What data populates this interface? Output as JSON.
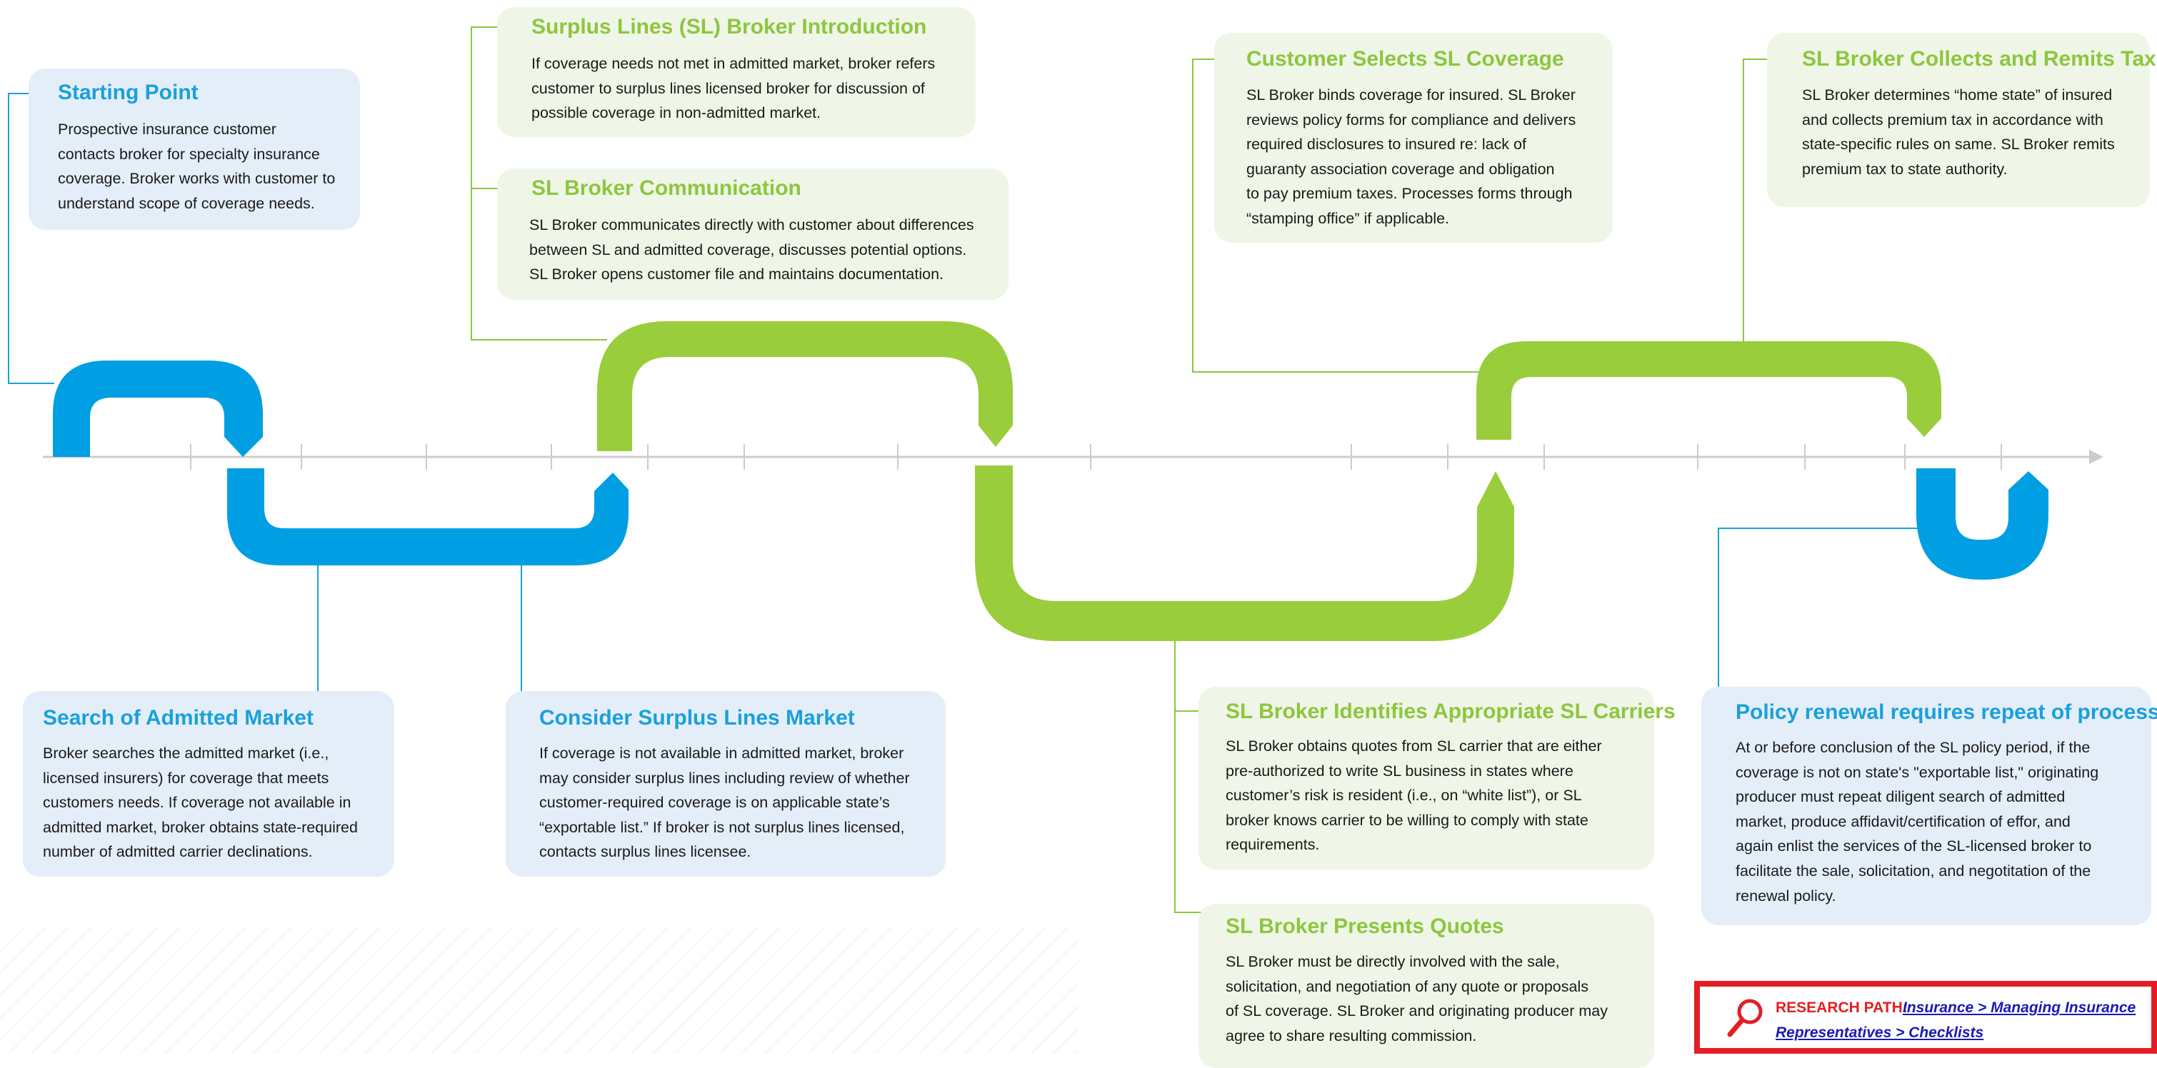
{
  "colors": {
    "green": "#8dc63f",
    "blue": "#1aa0dc",
    "green_card": "#eff6e7",
    "blue_card": "#e4eef9",
    "research_red": "#e31e25",
    "link": "#1a1ab8"
  },
  "steps": [
    {
      "title": "Starting Point",
      "lines": [
        "Prospective insurance customer",
        "contacts broker for specialty insurance",
        "coverage. Broker works with customer to",
        "understand scope of coverage needs."
      ]
    },
    {
      "title": "Surplus Lines (SL) Broker Introduction",
      "lines": [
        "If coverage needs not met in admitted market, broker refers",
        "customer to surplus lines licensed broker for discussion of",
        "possible coverage in non-admitted market."
      ]
    },
    {
      "title": "SL Broker Communication",
      "lines": [
        "SL Broker communicates directly with customer about differences",
        "between SL and admitted coverage, discusses potential options.",
        "SL Broker opens customer file and maintains documentation."
      ]
    },
    {
      "title": "Customer Selects SL Coverage",
      "lines": [
        "SL Broker binds coverage for insured. SL Broker",
        "reviews policy forms for compliance and delivers",
        "required disclosures to insured re: lack of",
        "guaranty association coverage and obligation",
        "to pay premium taxes. Processes forms through",
        "“stamping office” if applicable."
      ]
    },
    {
      "title": "SL Broker Collects and Remits Tax",
      "lines": [
        "SL Broker determines “home state” of insured",
        "and collects premium tax in accordance with",
        "state-specific rules on same. SL Broker remits",
        "premium tax to state authority."
      ]
    },
    {
      "title": "Search of Admitted Market",
      "lines": [
        "Broker searches the admitted market (i.e.,",
        "licensed insurers) for coverage that meets",
        "customers needs. If coverage not available in",
        "admitted market, broker obtains state-required",
        "number of admitted carrier declinations."
      ]
    },
    {
      "title": "Consider Surplus Lines Market",
      "lines": [
        "If coverage is not available in admitted market, broker",
        "may consider surplus lines including review of whether",
        "customer-required coverage is on applicable state’s",
        "“exportable list.” If broker is not surplus lines licensed,",
        "contacts surplus lines licensee."
      ]
    },
    {
      "title": "SL Broker Identifies Appropriate SL Carriers",
      "lines": [
        "SL Broker obtains quotes from SL carrier that are either",
        "pre-authorized to write SL business in states where",
        "customer’s risk is resident (i.e., on “white list”), or SL",
        "broker knows carrier to be willing to comply with state",
        "requirements."
      ]
    },
    {
      "title": "SL Broker Presents Quotes",
      "lines": [
        "SL Broker must be directly involved with the sale,",
        "solicitation, and negotiation of any quote or proposals",
        "of SL coverage. SL Broker and originating producer may",
        "agree to share resulting commission."
      ]
    },
    {
      "title": "Policy renewal requires repeat of process",
      "lines": [
        "At or before conclusion of the SL policy period, if the",
        "coverage is not on state's \"exportable list,\" originating",
        "producer must repeat diligent search of admitted",
        "market, produce affidavit/certification of effor, and",
        "again enlist the services of the SL-licensed broker to",
        "facilitate the sale, solicitation, and negotitation of the",
        "renewal policy."
      ]
    }
  ],
  "research_path": {
    "label": "RESEARCH PATH:",
    "link_line1": "Insurance > Managing Insurance",
    "link_line2": "Representatives > Checklists",
    "icon": "magnifier-icon"
  }
}
